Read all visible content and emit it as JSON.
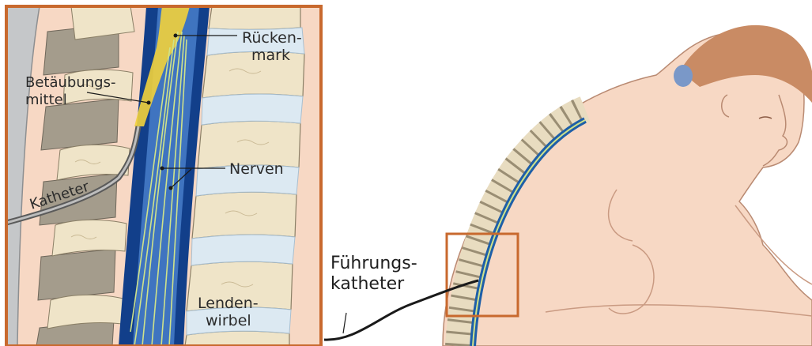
{
  "diagram": {
    "labels": {
      "rueckenmark_line1": "Rücken-",
      "rueckenmark_line2": "mark",
      "betaeubungsmittel_line1": "Betäubungs-",
      "betaeubungsmittel_line2": "mittel",
      "nerven": "Nerven",
      "katheter": "Katheter",
      "lendenwirbel_line1": "Lenden-",
      "lendenwirbel_line2": "wirbel",
      "fuehrungskatheter_line1": "Führungs-",
      "fuehrungskatheter_line2": "katheter"
    },
    "colors": {
      "frame": "#c8692e",
      "skin": "#f7d8c4",
      "skin_shadow": "#e9bba1",
      "hair": "#c98b64",
      "hair_tie": "#7a98c8",
      "vertebra": "#efe4c8",
      "disc": "#dce9f2",
      "spinal_canal": "#123f8a",
      "anesthetic": "#f2d13b",
      "nerve": "#cfe28a"
    }
  }
}
